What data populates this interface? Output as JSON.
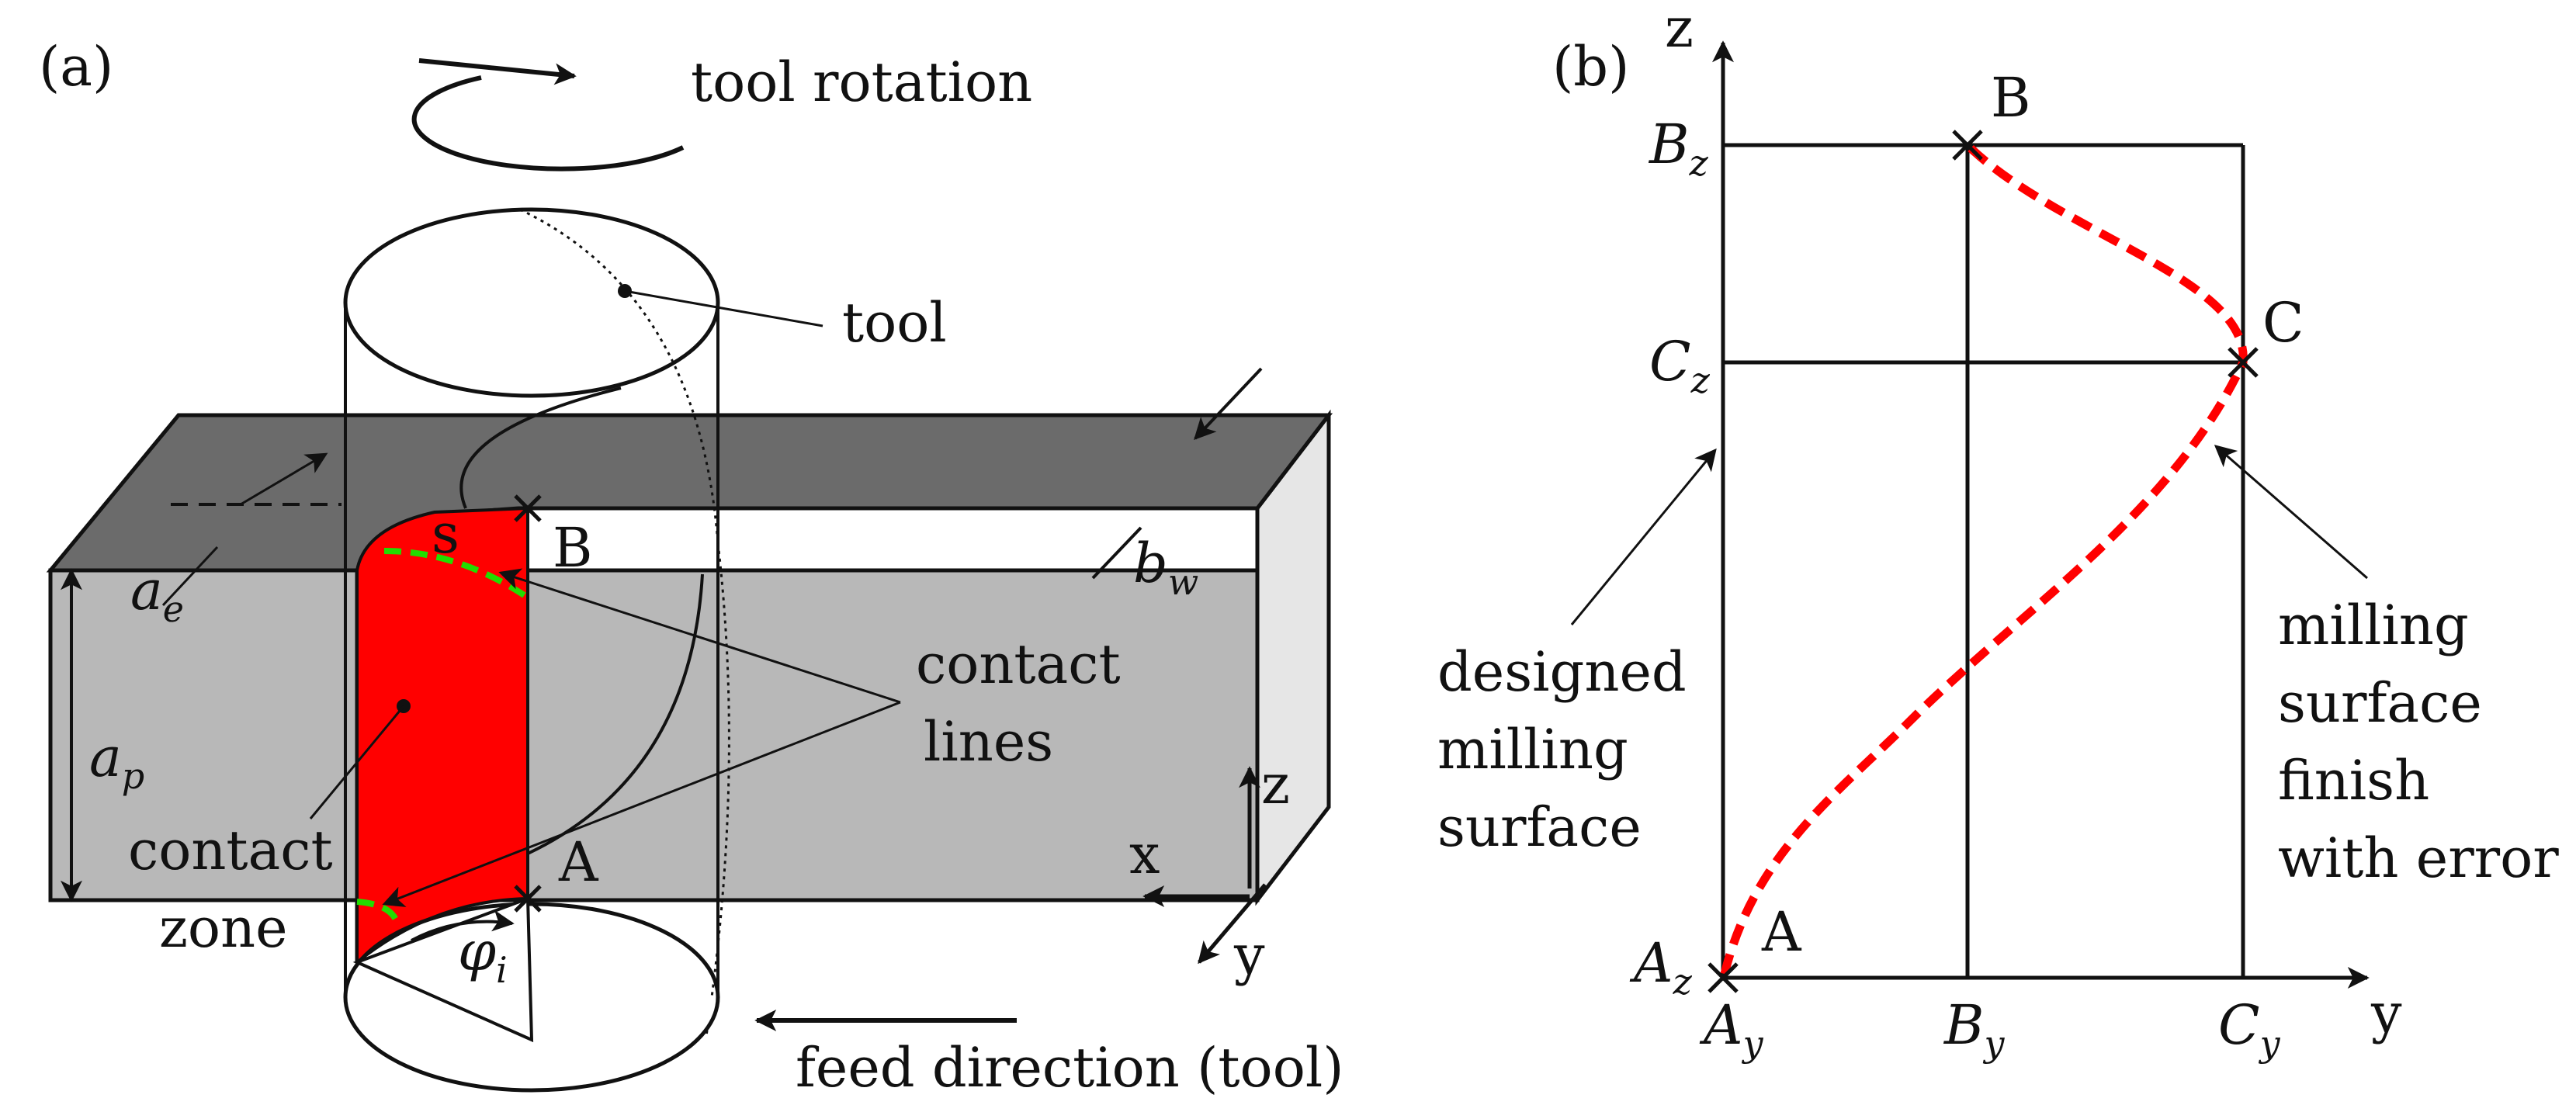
{
  "panel_a": {
    "panel_label": "(a)",
    "tool_rotation": "tool rotation",
    "tool": "tool",
    "contact_lines": [
      "contact",
      "lines"
    ],
    "contact_zone": [
      "contact",
      "zone"
    ],
    "point_s": "s",
    "point_b": "B",
    "point_a": "A",
    "a_e": {
      "main": "a",
      "sub": "e"
    },
    "a_p": {
      "main": "a",
      "sub": "p"
    },
    "b_w": {
      "main": "b",
      "sub": "w"
    },
    "phi_i": {
      "main": "φ",
      "sub": "i"
    },
    "axis_x": "x",
    "axis_y": "y",
    "axis_z": "z",
    "feed_direction": "feed direction (tool)",
    "colors": {
      "workpiece_top": "#6b6b6b",
      "workpiece_side": "#b8b8b8",
      "workpiece_end": "#e6e6e6",
      "contact_zone": "#ff0000",
      "contact_line": "#22dd00"
    }
  },
  "panel_b": {
    "panel_label": "(b)",
    "axis_z": "z",
    "axis_y": "y",
    "point_b": "B",
    "point_c": "C",
    "point_a": "A",
    "tick_bz": {
      "main": "B",
      "sub": "z"
    },
    "tick_cz": {
      "main": "C",
      "sub": "z"
    },
    "tick_az": {
      "main": "A",
      "sub": "z"
    },
    "tick_ay": {
      "main": "A",
      "sub": "y"
    },
    "tick_by": {
      "main": "B",
      "sub": "y"
    },
    "tick_cy": {
      "main": "C",
      "sub": "y"
    },
    "designed_surface": [
      "designed",
      "milling",
      "surface"
    ],
    "finish_error": [
      "milling",
      "surface",
      "finish",
      "with error"
    ],
    "colors": {
      "error_curve": "#ff0000"
    }
  }
}
